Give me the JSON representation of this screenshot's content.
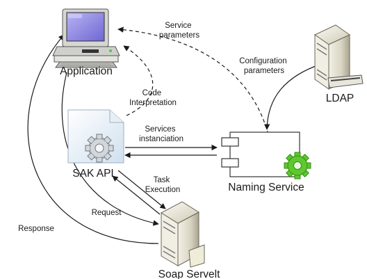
{
  "nodes": {
    "application": "Application",
    "ldap": "LDAP",
    "sak_api": "SAK API",
    "naming_service": "Naming Service",
    "soap_servlet": "Soap Servelt"
  },
  "edges": {
    "service_parameters": [
      "Service",
      "parameters"
    ],
    "configuration_parameters": [
      "Configuration",
      "parameters"
    ],
    "code_interpretation": [
      "Code",
      "Interpretation"
    ],
    "services_instanciation": [
      "Services",
      "instanciation"
    ],
    "task_execution": [
      "Task",
      "Execution"
    ],
    "request": "Request",
    "response": "Response"
  },
  "colors": {
    "line": "#1a1a1a",
    "screen": "#8c86e0",
    "gear_green": "#5cc92c",
    "server_body": "#d8d4c4"
  }
}
